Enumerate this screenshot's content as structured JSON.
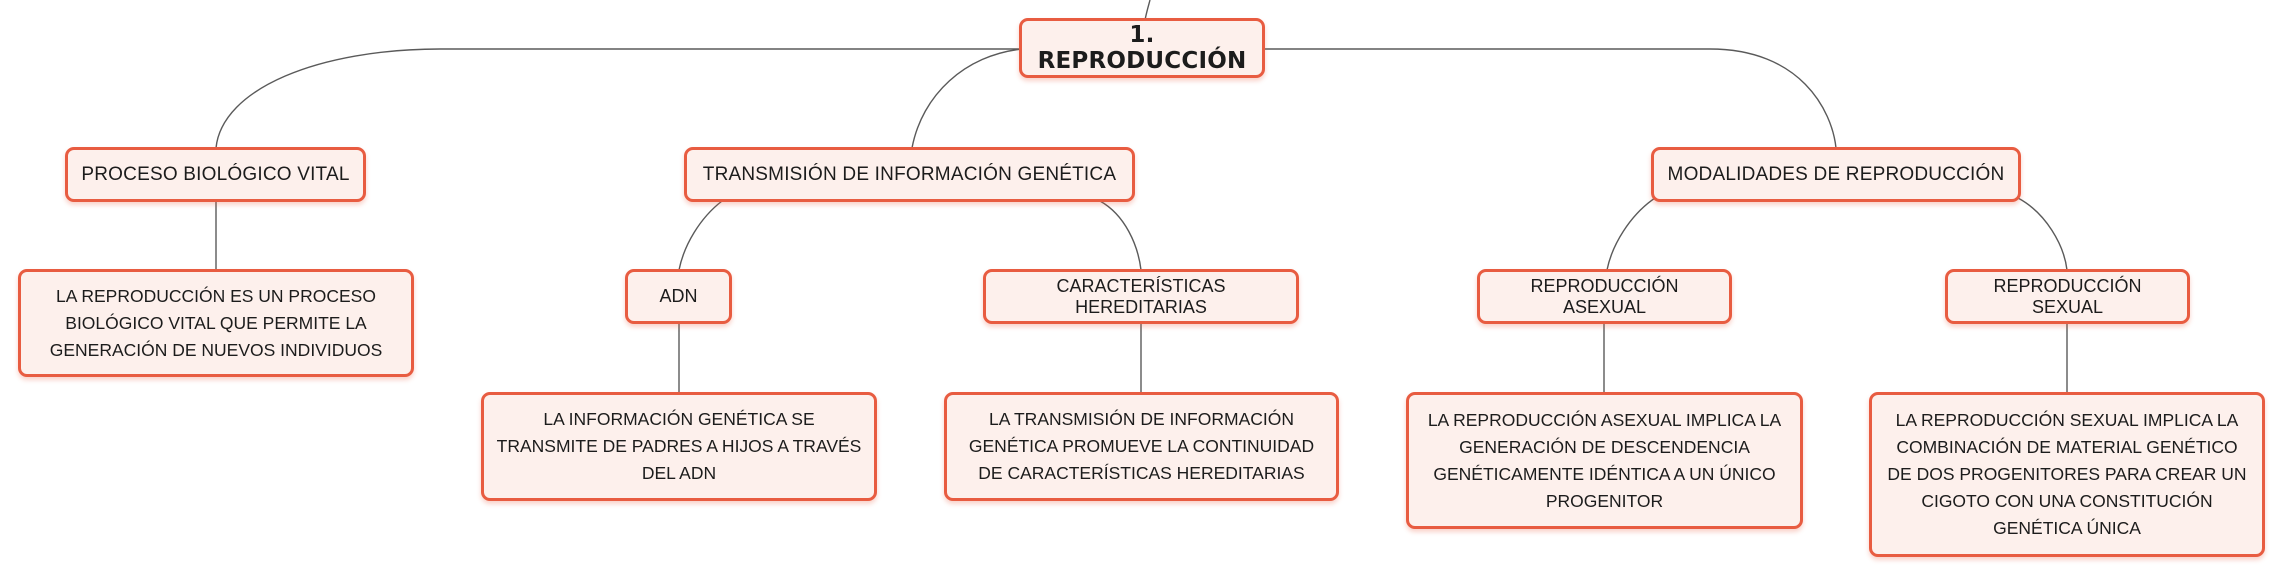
{
  "diagram": {
    "root": {
      "label": "1. REPRODUCCIÓN"
    },
    "branches": [
      {
        "label": "PROCESO BIOLÓGICO VITAL",
        "detail": "LA REPRODUCCIÓN ES UN PROCESO BIOLÓGICO VITAL QUE PERMITE LA GENERACIÓN DE NUEVOS INDIVIDUOS"
      },
      {
        "label": "TRANSMISIÓN DE INFORMACIÓN GENÉTICA",
        "children": [
          {
            "label": "ADN",
            "detail": "LA INFORMACIÓN GENÉTICA SE TRANSMITE DE PADRES A HIJOS A TRAVÉS DEL ADN"
          },
          {
            "label": "CARACTERÍSTICAS HEREDITARIAS",
            "detail": "LA TRANSMISIÓN DE INFORMACIÓN GENÉTICA PROMUEVE LA CONTINUIDAD DE CARACTERÍSTICAS HEREDITARIAS"
          }
        ]
      },
      {
        "label": "MODALIDADES DE REPRODUCCIÓN",
        "children": [
          {
            "label": "REPRODUCCIÓN ASEXUAL",
            "detail": "LA REPRODUCCIÓN ASEXUAL IMPLICA LA GENERACIÓN DE DESCENDENCIA GENÉTICAMENTE IDÉNTICA A UN ÚNICO PROGENITOR"
          },
          {
            "label": "REPRODUCCIÓN SEXUAL",
            "detail": "LA REPRODUCCIÓN SEXUAL IMPLICA LA COMBINACIÓN DE MATERIAL GENÉTICO DE DOS PROGENITORES PARA CREAR UN CIGOTO CON UNA CONSTITUCIÓN GENÉTICA ÚNICA"
          }
        ]
      }
    ]
  },
  "colors": {
    "node_border": "#e85c41",
    "node_fill": "#fdf0ec",
    "connector": "#5a5a5a",
    "text": "#1c1c1c"
  }
}
